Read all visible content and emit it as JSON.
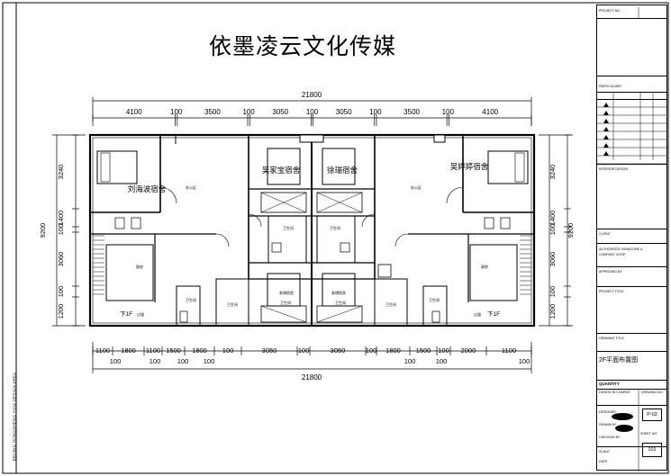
{
  "title": "依墨凌云文化传媒",
  "side_text": "BEIJING HONGSHENG YIJIA DESIGN AREA",
  "plan": {
    "overall_dim": "21800",
    "top_dims": [
      "4100",
      "100",
      "3500",
      "100",
      "3050",
      "100",
      "3050",
      "100",
      "3500",
      "100",
      "4100"
    ],
    "bottom_dims_row1": [
      "1100",
      "1800",
      "1100",
      "1500",
      "1800",
      "100",
      "3050",
      "100",
      "3050",
      "100",
      "1800",
      "1500",
      "100",
      "2000",
      "1100"
    ],
    "bottom_dims_row2": [
      "100",
      "100",
      "100",
      "100",
      "100",
      "100",
      "100"
    ],
    "left_dims": [
      "3240",
      "1400",
      "100",
      "3060",
      "100",
      "1200"
    ],
    "left_total": "9200",
    "right_dims": [
      "3240",
      "1400",
      "100",
      "3060",
      "100",
      "1200"
    ],
    "right_total": "9200",
    "rooms": {
      "liu": "刘海波宿舍",
      "wu_jiabao": "吴家宝宿舍",
      "xu_rui": "徐瑞宿舍",
      "wu_ting": "吴婷婷宿舍",
      "office_left": "办公区",
      "office_right": "办公区",
      "kitchen_left": "厨房",
      "kitchen_right": "厨房",
      "bath1": "卫生间",
      "bath2": "卫生间",
      "bath3": "卫生间",
      "bath4": "卫生间",
      "bath5": "卫生间",
      "bath6": "卫生间",
      "bath7": "卫生间",
      "bath8": "卫生间",
      "dorm_a": "各增宿舍",
      "dorm_b": "各增宿舍",
      "down_left": "下1F",
      "down_right": "下1F",
      "corridor_left": "过道",
      "corridor_right": "过道"
    }
  },
  "titleblock": {
    "project_no": "PROJECT NO.",
    "particulars": "PARTICULARS",
    "client": "CLIENT",
    "authorized": "AUTHORIZED SIGNATURE &",
    "company_chop": "COMPANY CHOP",
    "interior_design": "INTERIOR DESIGN",
    "approved_by": "APPROVED BY",
    "project_title": "PROJECT TITLE",
    "drawing_title": "DRAWING TITLE",
    "drawing_name": "2F平面布置图",
    "quantity": "QUANTITY",
    "design_in_charge": "DESIGN IN CHARGE",
    "drawing_no": "DRAWING NO.",
    "drawing_no_value": "P-02",
    "designer": "DESIGNER",
    "drawn_by": "DRAWN BY",
    "checked_by": "CHECKED BY",
    "sheet_no": "SHEET NO.",
    "sheet_no_value": "101",
    "scale": "SCALE",
    "date": "DATE"
  }
}
